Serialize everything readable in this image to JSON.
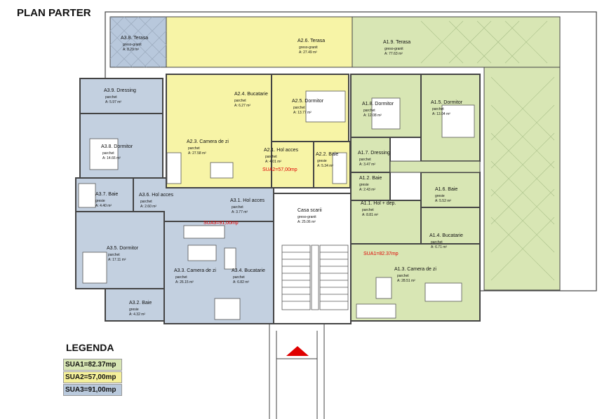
{
  "title": "PLAN PARTER",
  "legend": {
    "title": "LEGENDA",
    "items": [
      {
        "label": "SUA1=82.37mp",
        "color": "#d8e6b4"
      },
      {
        "label": "SUA2=57,00mp",
        "color": "#f5f09a"
      },
      {
        "label": "SUA3=91,00mp",
        "color": "#b9c9dc"
      }
    ]
  },
  "colors": {
    "apt1": "#d8e6b4",
    "apt2": "#f7f4a6",
    "apt3": "#c3d0e0",
    "wall": "#444444",
    "sua": "#e00000",
    "arrow": "#e00000"
  },
  "sua_labels": {
    "sua1": "SUA1=82.37mp",
    "sua2": "SUA2=57,00mp",
    "sua3": "SUA3=91,00mp"
  },
  "rooms": {
    "a38": {
      "name": "A3.8. Terasa",
      "finish": "greso-granit",
      "area": "A: 8.29 m²"
    },
    "a26": {
      "name": "A2.6. Terasa",
      "finish": "greso-granit",
      "area": "A: 27.49 m²"
    },
    "a19": {
      "name": "A1.9. Terasa",
      "finish": "greso-granit",
      "area": "A: 77.63 m²"
    },
    "a39": {
      "name": "A3.9. Dressing",
      "finish": "parchet",
      "area": "A: 5.97 m²"
    },
    "a24": {
      "name": "A2.4. Bucatarie",
      "finish": "parchet",
      "area": "A: 6.27 m²"
    },
    "a25": {
      "name": "A2.5. Dormitor",
      "finish": "parchet",
      "area": "A: 13.77 m²"
    },
    "a18": {
      "name": "A1.8. Dormitor",
      "finish": "parchet",
      "area": "A: 12.08 m²"
    },
    "a15": {
      "name": "A1.5. Dormitor",
      "finish": "parchet",
      "area": "A: 13.04 m²"
    },
    "a23": {
      "name": "A2.3. Camera de zi",
      "finish": "parchet",
      "area": "A: 27.58 m²"
    },
    "a21": {
      "name": "A2.1. Hol acces",
      "finish": "parchet",
      "area": "A: 4.01 m²"
    },
    "a22": {
      "name": "A2.2. Baie",
      "finish": "gresie",
      "area": "A: 5.34 m²"
    },
    "a17": {
      "name": "A1.7. Dressing",
      "finish": "parchet",
      "area": "A: 3.47 m²"
    },
    "a38d": {
      "name": "A3.8. Dormitor",
      "finish": "parchet",
      "area": "A: 14.66 m²"
    },
    "a37": {
      "name": "A3.7. Baie",
      "finish": "gresie",
      "area": "A: 4.40 m²"
    },
    "a36": {
      "name": "A3.6. Hol acces",
      "finish": "parchet",
      "area": "A: 2.60 m²"
    },
    "a31": {
      "name": "A3.1. Hol acces",
      "finish": "parchet",
      "area": "A: 3.77 m²"
    },
    "cs": {
      "name": "Casa scarii",
      "finish": "greso-granit",
      "area": "A: 25.06 m²"
    },
    "a12": {
      "name": "A1.2. Baie",
      "finish": "gresie",
      "area": "A: 2.43 m²"
    },
    "a16": {
      "name": "A1.6. Baie",
      "finish": "gresie",
      "area": "A: 5.52 m²"
    },
    "a11": {
      "name": "A1.1. Hol + dep.",
      "finish": "parchet",
      "area": "A: 8.81 m²"
    },
    "a14": {
      "name": "A1.4. Bucatarie",
      "finish": "parchet",
      "area": "A: 6.71 m²"
    },
    "a35": {
      "name": "A3.5. Dormitor",
      "finish": "parchet",
      "area": "A: 17.11 m²"
    },
    "a33": {
      "name": "A3.3. Camera de zi",
      "finish": "parchet",
      "area": "A: 26.15 m²"
    },
    "a34": {
      "name": "A3.4. Bucatarie",
      "finish": "parchet",
      "area": "A: 6.82 m²"
    },
    "a13": {
      "name": "A1.3. Camera de zi",
      "finish": "parchet",
      "area": "A: 28.51 m²"
    },
    "a32": {
      "name": "A3.2. Baie",
      "finish": "gresie",
      "area": "A: 4.32 m²"
    }
  }
}
